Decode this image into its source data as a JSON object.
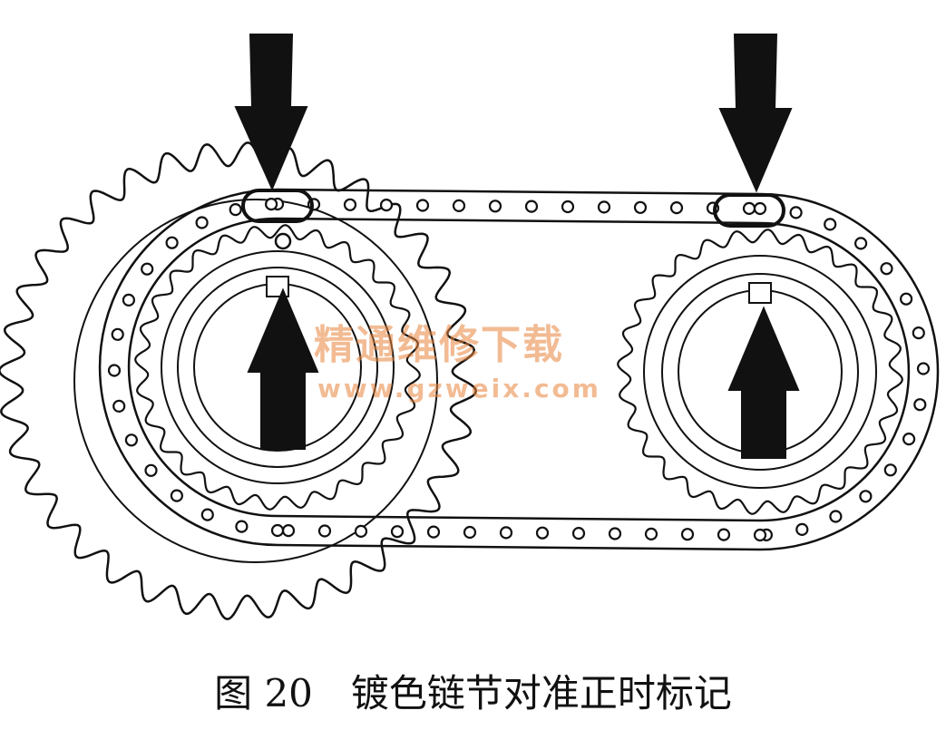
{
  "figure": {
    "caption": "图 20　镀色链节对准正时标记"
  },
  "watermark": {
    "text": "精通维修下载",
    "url": "www.gzweix.com",
    "color": "#e8843c"
  },
  "colors": {
    "ink": "#111111",
    "paper": "#ffffff"
  }
}
